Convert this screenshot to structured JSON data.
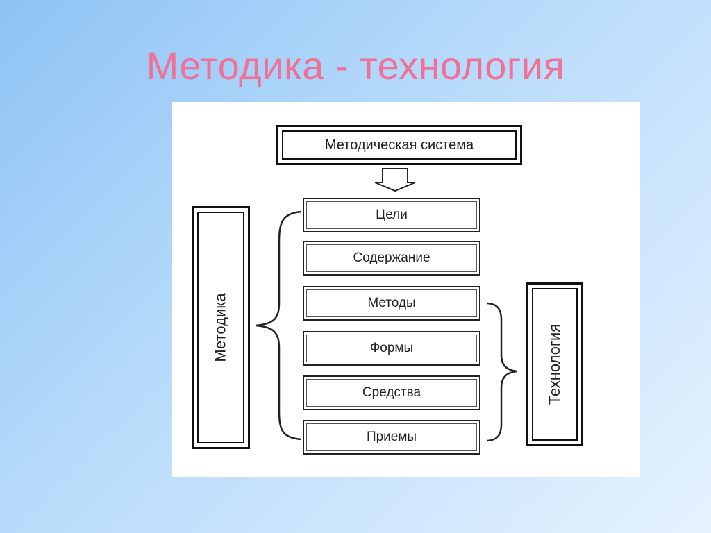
{
  "title": "Методика - технология",
  "diagram": {
    "top_box": "Методическая система",
    "items": [
      "Цели",
      "Содержание",
      "Методы",
      "Формы",
      "Средства",
      "Приемы"
    ],
    "left_label": "Методика",
    "right_label": "Технология"
  },
  "colors": {
    "title": "#f07098",
    "background_start": "#8ec3f5",
    "background_end": "#e6f2fe"
  }
}
